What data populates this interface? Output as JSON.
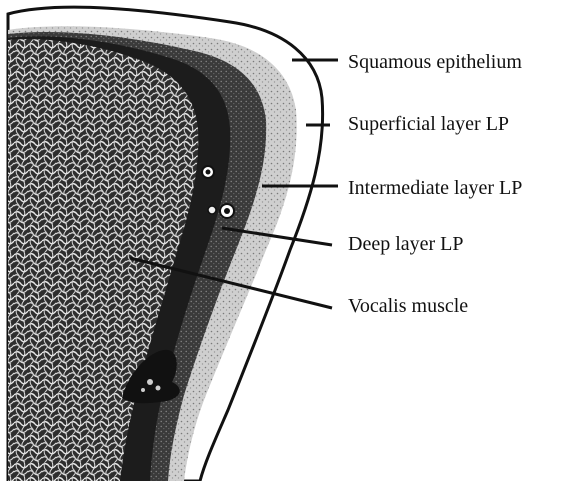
{
  "diagram": {
    "labels": {
      "squamous_epithelium": "Squamous epithelium",
      "superficial_layer": "Superficial layer LP",
      "intermediate_layer": "Intermediate layer LP",
      "deep_layer": "Deep layer LP",
      "vocalis_muscle": "Vocalis muscle"
    },
    "colors": {
      "outline": "#111111",
      "muscle_fill": "#2a2a2a",
      "muscle_texture": "#e8e8e8",
      "deep_layer_fill": "#1a1a1a",
      "intermediate_layer_fill": "#5a5a5a",
      "superficial_layer_fill": "#c8c8c8",
      "background": "#ffffff"
    }
  }
}
